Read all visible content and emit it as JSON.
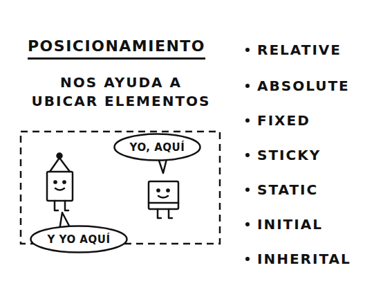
{
  "diagram": {
    "title": "POSICIONAMIENTO",
    "nodes": [
      {
        "text": [
          "YO, AQUÍ"
        ]
      },
      {
        "text": [
          "Y YO AQUÍ"
        ]
      }
    ],
    "labels": [
      "NOS AYUDA A UBICAR ELEMENTOS",
      "RELATIVE",
      "ABSOLUTE",
      "FIXED",
      "STICKY",
      "STATIC",
      "INITIAL",
      "INHERITAL"
    ]
  }
}
